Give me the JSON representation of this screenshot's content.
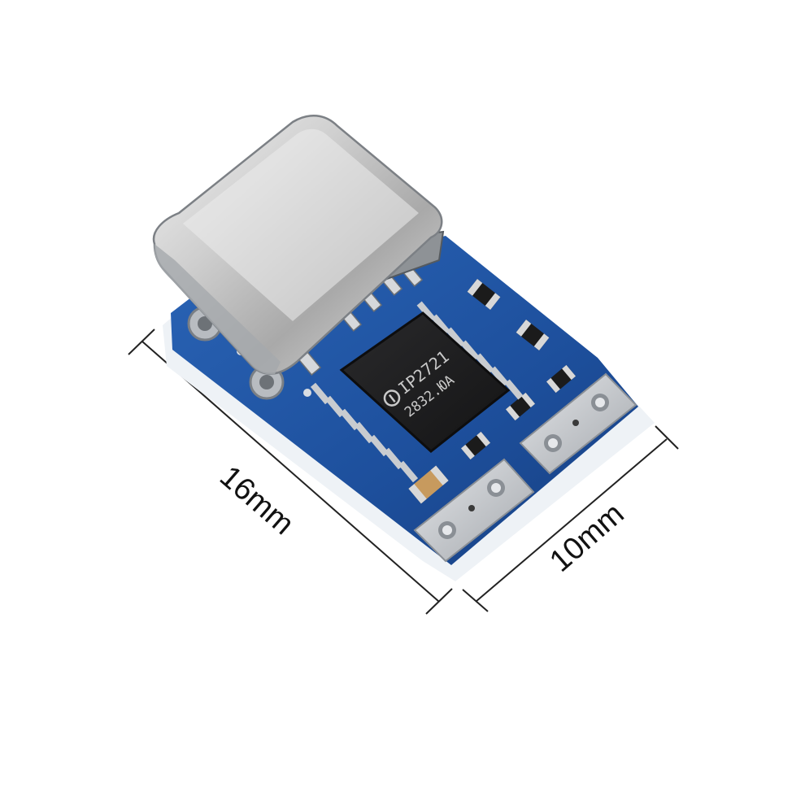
{
  "dimensions": {
    "length_label": "16mm",
    "width_label": "10mm"
  },
  "chip": {
    "model": "IP2721",
    "batch": "2832.ЮA"
  },
  "colors": {
    "pcb_blue": "#1d4f9c",
    "pcb_edge": "#eef2f6",
    "chip_black": "#1d1d1f",
    "metal": "#c8c8c8",
    "pad_silver": "#bfc3c8",
    "dimension_line": "#222222",
    "background": "#ffffff"
  },
  "icons": {
    "chip_logo": "injoinic-logo-icon"
  }
}
